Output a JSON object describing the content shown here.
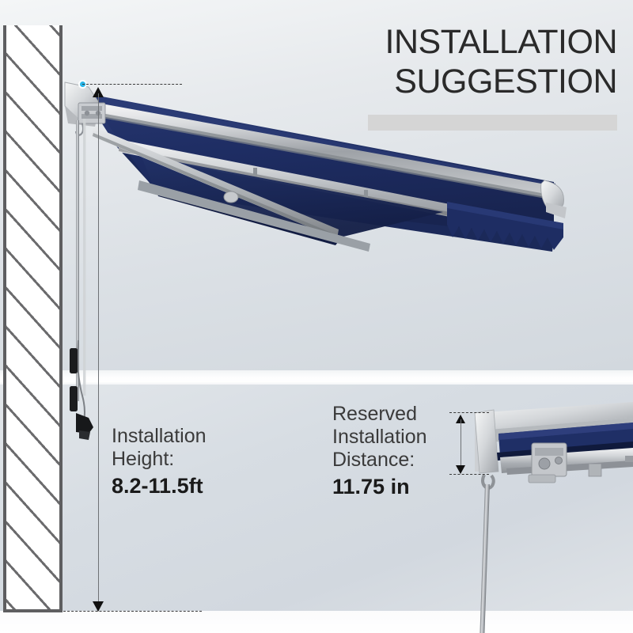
{
  "header": {
    "title_line1": "INSTALLATION",
    "title_line2": "SUGGESTION",
    "accent_bar_color": "#d5d5d5"
  },
  "callouts": [
    {
      "id": "installation-height",
      "label_line1": "Installation",
      "label_line2": "Height:",
      "value": "8.2-11.5ft"
    },
    {
      "id": "reserved-installation-distance",
      "label_line1": "Reserved",
      "label_line2": "Installation",
      "label_line3": "Distance:",
      "value": "11.75 in"
    }
  ],
  "colors": {
    "fabric_navy": "#1e2d63",
    "fabric_navy_dark": "#16214a",
    "fabric_navy_light": "#2a3c7d",
    "aluminium_light": "#e3e5e7",
    "aluminium_mid": "#b9bcc0",
    "aluminium_dark": "#85898e",
    "wall_line": "#5e5e60",
    "dim_marker": "#29b6e8",
    "text_dark": "#2a2a2a",
    "text_value": "#1a1a1a",
    "background_upper": "#dbe0e5",
    "background_lower": "#d7dde3"
  },
  "icons": {
    "origin_marker": "origin-dot-icon",
    "arrow_up": "arrow-up-icon",
    "arrow_down": "arrow-down-icon"
  },
  "product": {
    "main_view_name": "retractable-patio-awning",
    "detail_view_name": "awning-cassette-detail"
  }
}
